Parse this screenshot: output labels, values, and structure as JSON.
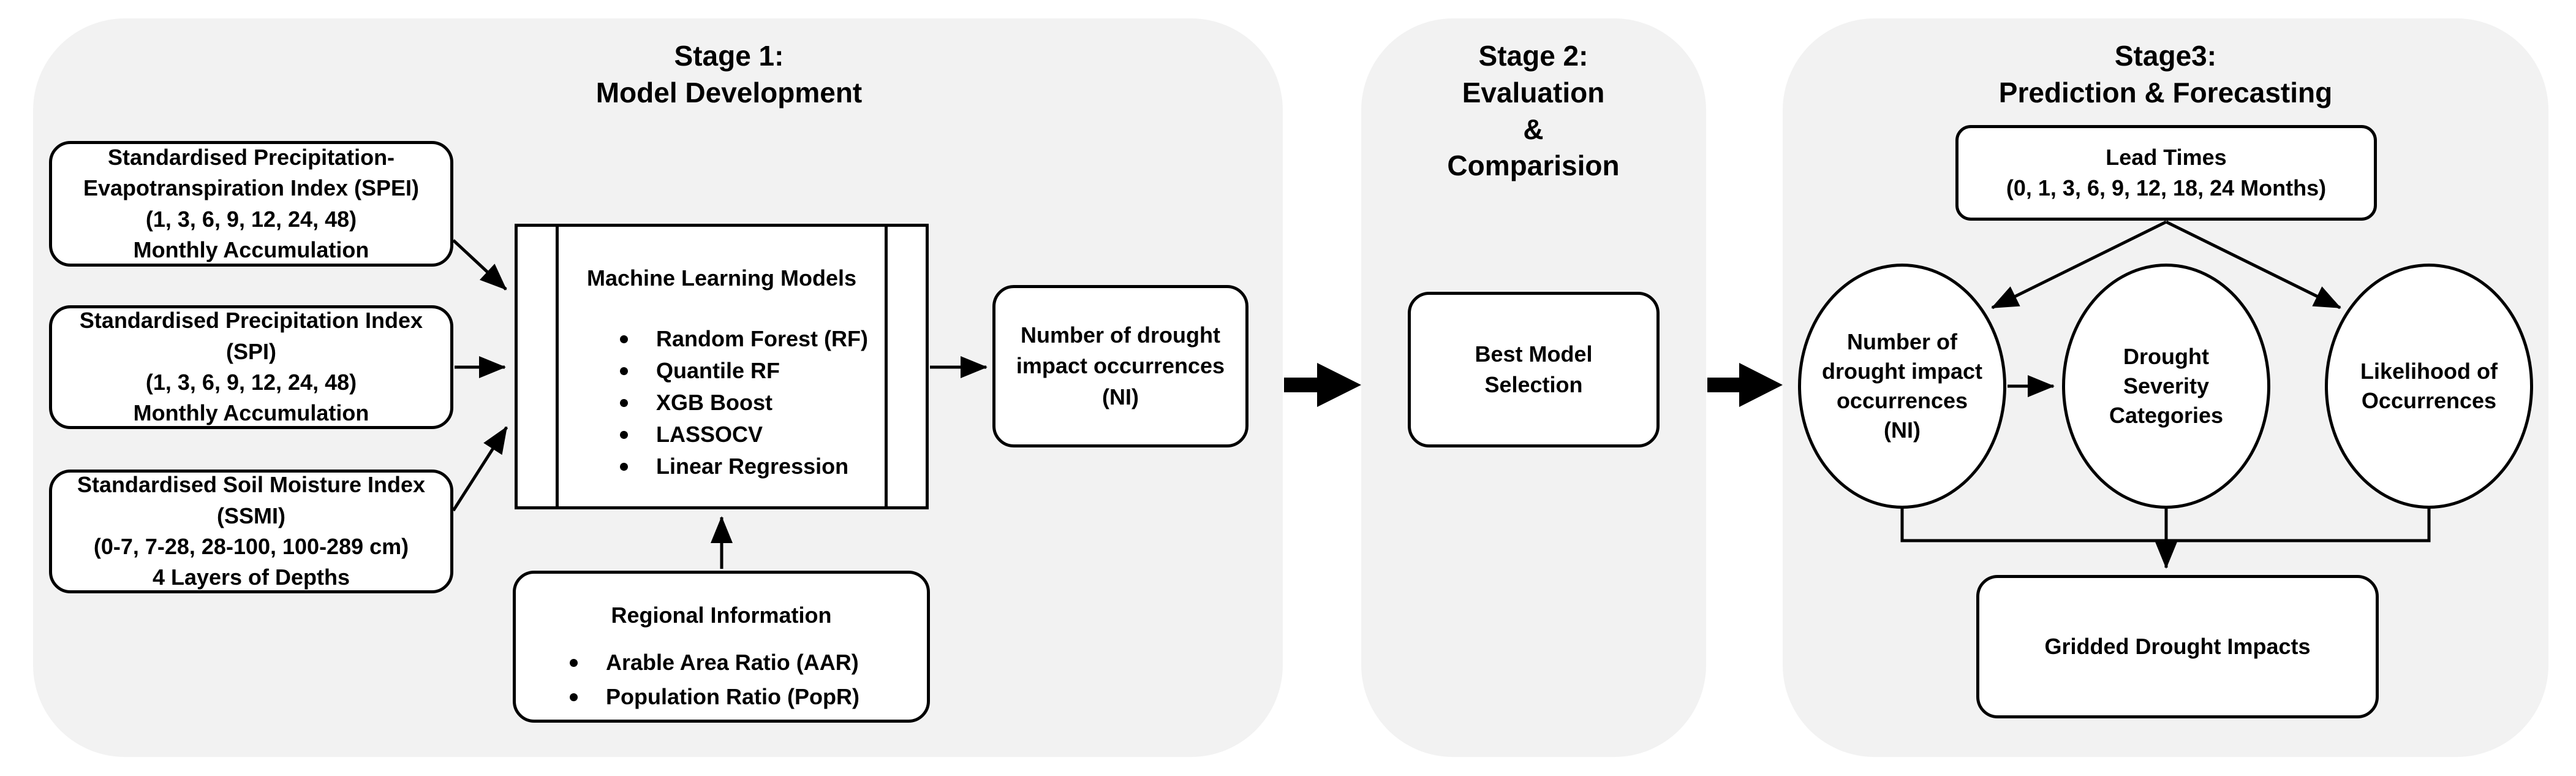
{
  "colors": {
    "page_bg": "#ffffff",
    "panel_bg": "#f2f2f2",
    "node_bg": "#ffffff",
    "stroke": "#000000",
    "text": "#000000"
  },
  "stage1": {
    "title": {
      "line1": "Stage 1:",
      "line2": "Model Development"
    },
    "spei_box": {
      "line1": "Standardised Precipitation-",
      "line2": "Evapotranspiration Index (SPEI)",
      "line3": "(1, 3, 6, 9, 12, 24, 48)",
      "line4": "Monthly Accumulation"
    },
    "spi_box": {
      "line1": "Standardised Precipitation Index",
      "line2": "(SPI)",
      "line3": "(1, 3, 6, 9, 12, 24, 48)",
      "line4": "Monthly Accumulation"
    },
    "ssmi_box": {
      "line1": "Standardised Soil Moisture Index",
      "line2": "(SSMI)",
      "line3": "(0-7, 7-28, 28-100, 100-289 cm)",
      "line4": "4 Layers of Depths"
    },
    "ml_box": {
      "title": "Machine Learning Models",
      "models": [
        "Random Forest (RF)",
        "Quantile RF",
        "XGB Boost",
        "LASSOCV",
        "Linear Regression"
      ]
    },
    "regional_box": {
      "title": "Regional Information",
      "items": [
        "Arable Area Ratio (AAR)",
        "Population Ratio (PopR)"
      ]
    },
    "ni_box": {
      "line1": "Number of drought",
      "line2": "impact occurrences",
      "line3": "(NI)"
    }
  },
  "stage2": {
    "title": {
      "line1": "Stage 2:",
      "line2": "Evaluation",
      "line3": "&",
      "line4": "Comparision"
    },
    "best_model_box": {
      "line1": "Best Model",
      "line2": "Selection"
    }
  },
  "stage3": {
    "title": {
      "line1": "Stage3:",
      "line2": "Prediction & Forecasting"
    },
    "lead_times_box": {
      "line1": "Lead Times",
      "line2": "(0, 1, 3, 6, 9, 12, 18, 24 Months)"
    },
    "ni_circle": {
      "line1": "Number of",
      "line2": "drought impact",
      "line3": "occurrences",
      "line4": "(NI)"
    },
    "severity_circle": {
      "line1": "Drought",
      "line2": "Severity",
      "line3": "Categories"
    },
    "likelihood_circle": {
      "line1": "Likelihood of",
      "line2": "Occurrences"
    },
    "gridded_box": {
      "label": "Gridded Drought Impacts"
    }
  }
}
